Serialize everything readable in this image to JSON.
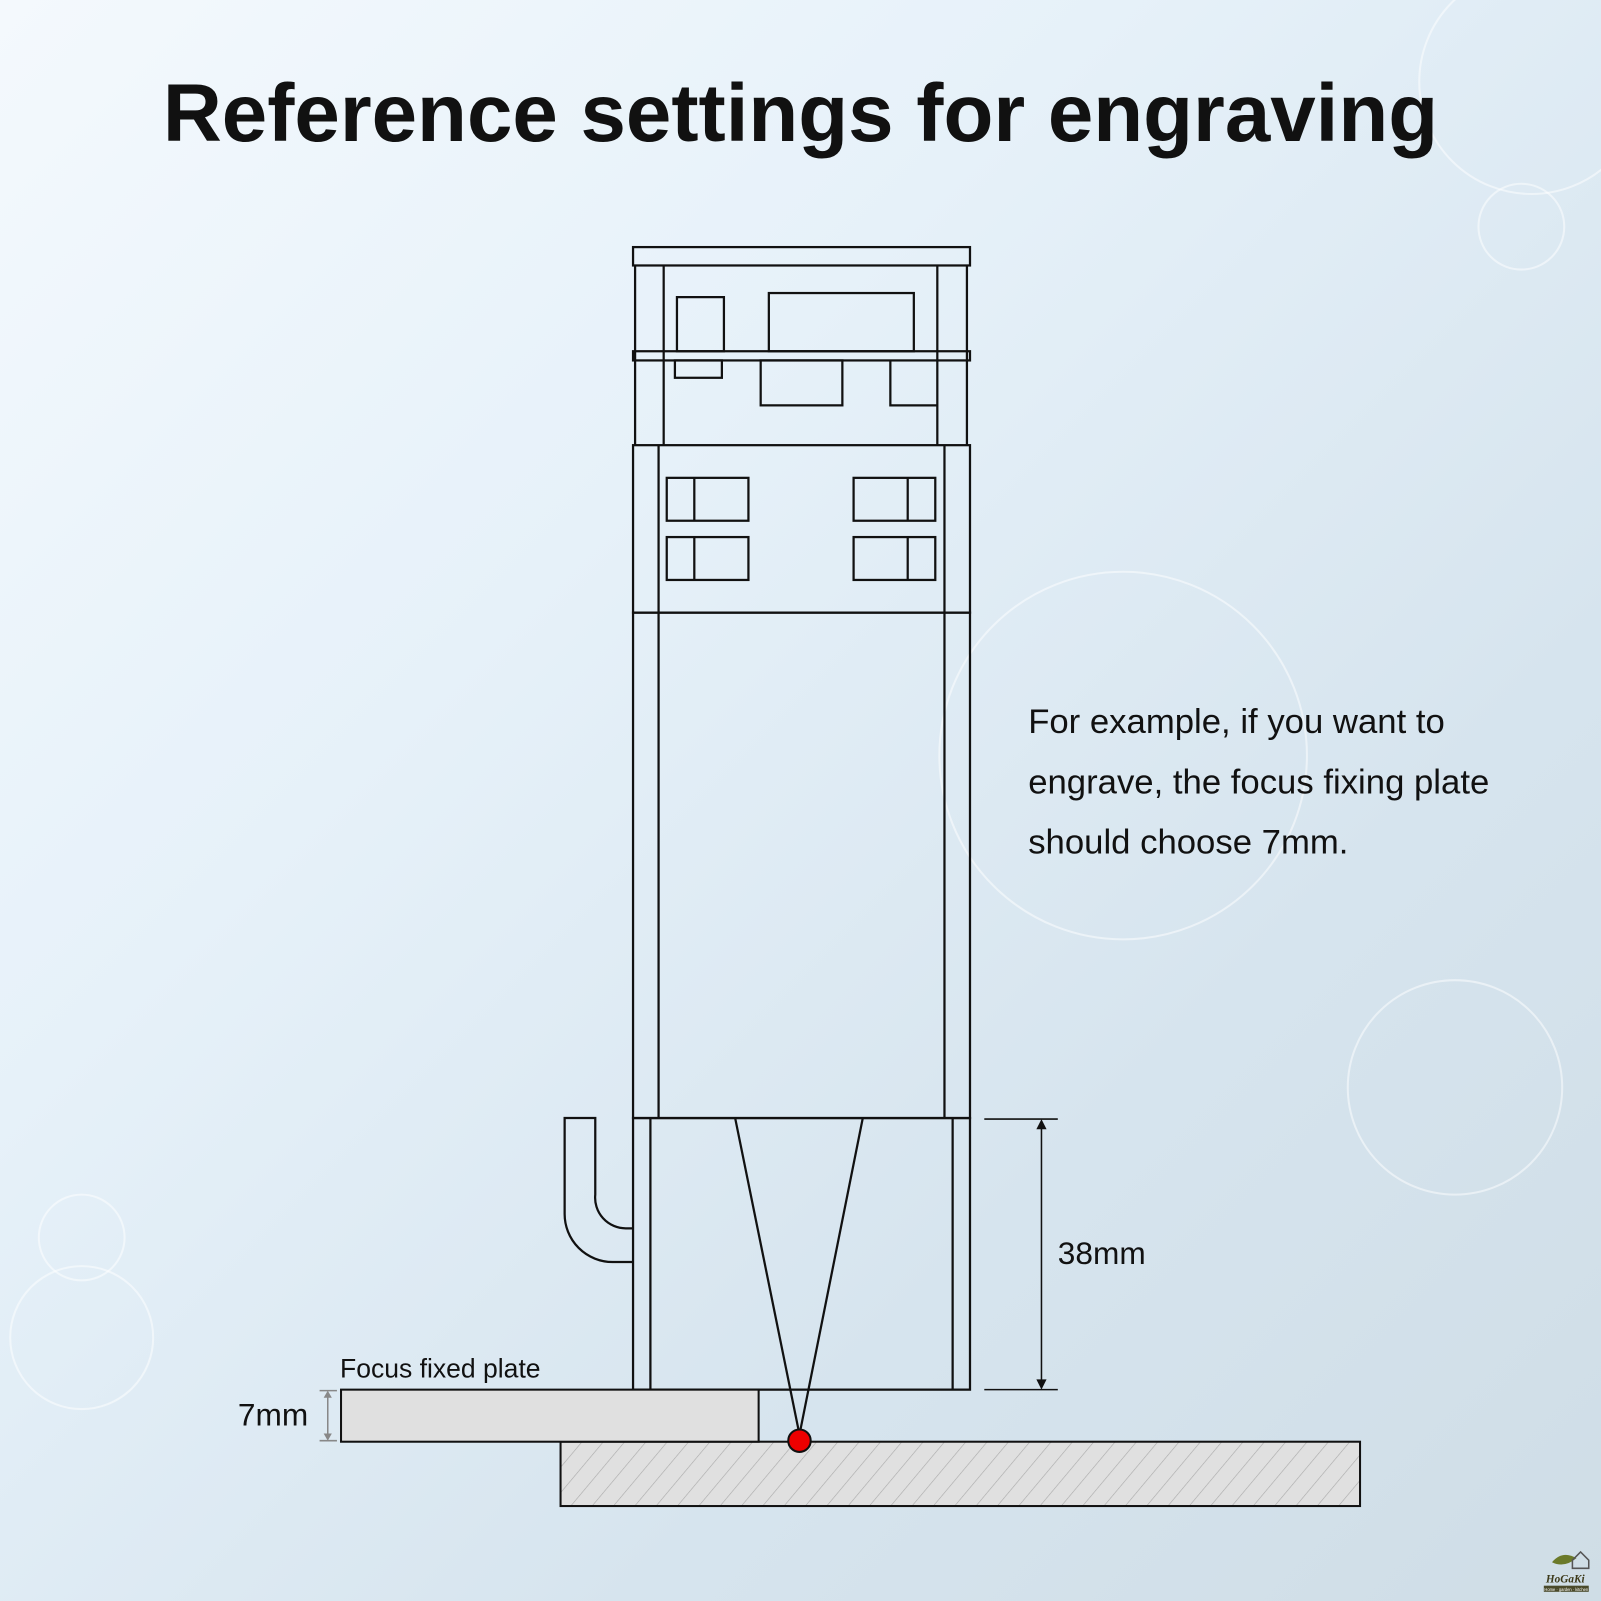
{
  "title": "Reference settings for engraving",
  "description": [
    "For example, if you want to",
    "engrave, the focus fixing plate",
    "should choose 7mm."
  ],
  "labels": {
    "distance": "38mm",
    "plate_name": "Focus fixed plate",
    "plate_thickness": "7mm"
  },
  "logo": {
    "name": "HoGaKi",
    "tagline": "Home · garden · kitchen"
  },
  "colors": {
    "focus_point": "#ee0000",
    "plate": "#e0e0e0"
  }
}
